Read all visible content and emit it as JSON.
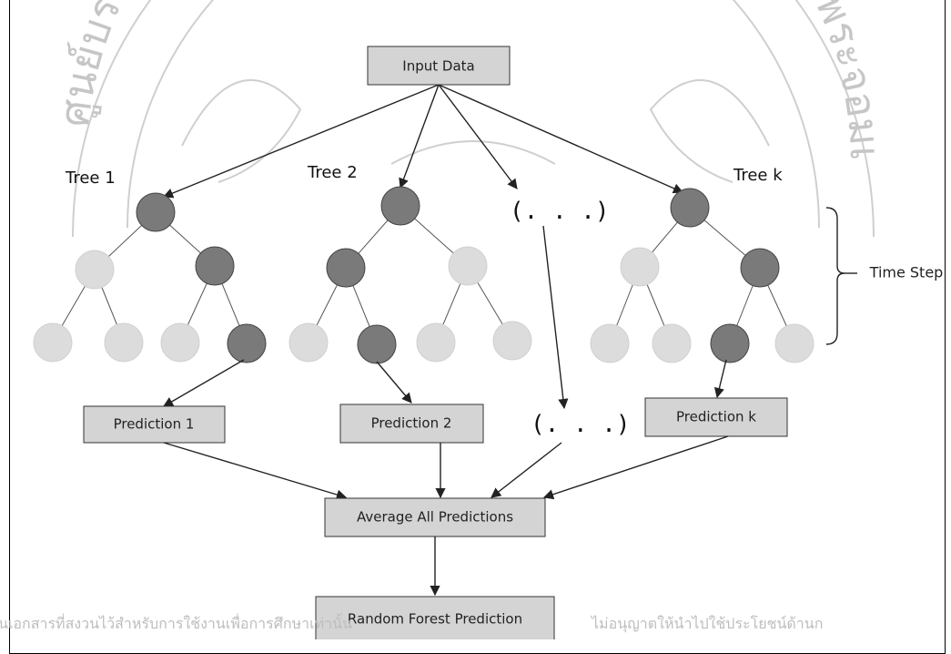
{
  "input_label": "Input Data",
  "trees": [
    {
      "label": "Tree 1",
      "prediction": "Prediction 1"
    },
    {
      "label": "Tree 2",
      "prediction": "Prediction 2"
    },
    {
      "label": "Tree k",
      "prediction": "Prediction k"
    }
  ],
  "ellipsis": "(. . .)",
  "time_step_label": "Time Step",
  "average_label": "Average All Predictions",
  "output_label": "Random Forest Prediction",
  "footer_watermark_left": "นเอกสารที่สงวนไว้สำหรับการใช้งานเพื่อการศึกษาเท่านั้น",
  "footer_watermark_right": "ไม่อนุญาตให้นำไปใช้ประโยชน์ด้านก",
  "watermark_arc_text": "ศูนย์บรรณสารและสื่อการศึกษา มหาวิทยาลัยเทคโนโลยีพระจอมเกล้าพระนครเหนือ",
  "colors": {
    "node_dark": "#7a7a7a",
    "node_light": "#dcdcdc",
    "box_fill": "#d4d4d4",
    "watermark": "#c6c6c6"
  }
}
